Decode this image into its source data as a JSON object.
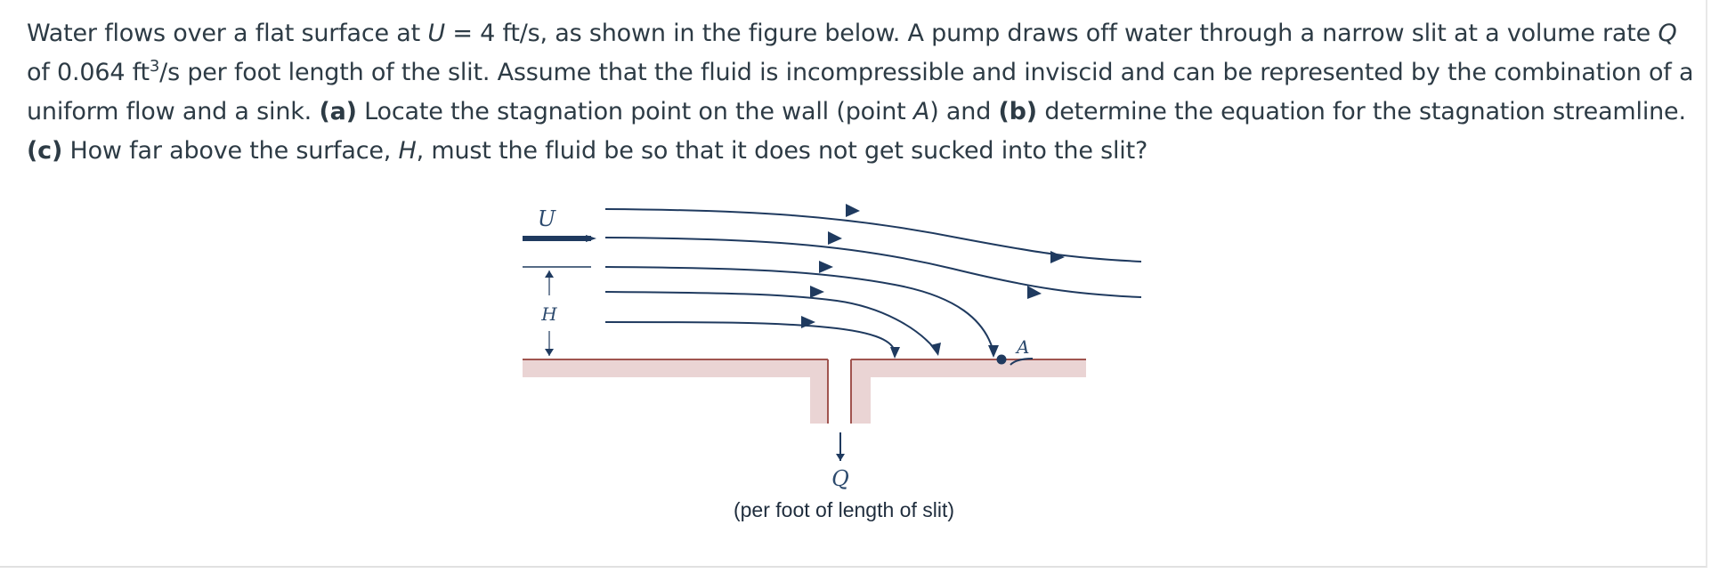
{
  "problem": {
    "s1": "Water flows over a flat surface at ",
    "U": "U",
    "s2": " = 4 ft/s, as shown in the figure below. A pump draws off water through a narrow slit at a volume rate ",
    "Q": "Q",
    "s3": " of 0.064 ft",
    "exp": "3",
    "s4": "/s per foot length of the slit. Assume that the fluid is incompressible and inviscid and can be represented by the combination of a uniform flow and a sink. ",
    "a_tag": "(a)",
    "s5": " Locate the stagnation point on the wall (point ",
    "A": "A",
    "s6": ") and ",
    "b_tag": "(b)",
    "s7": " determine the equation for the stagnation streamline. ",
    "c_tag": "(c)",
    "s8": " How far above the surface, ",
    "H": "H",
    "s9": ", must the fluid be so that it does not get sucked into the slit?"
  },
  "figure": {
    "label_U": "U",
    "label_H": "H",
    "label_A": "A",
    "label_Q": "Q",
    "caption": "(per foot of length of slit)",
    "colors": {
      "line": "#1f3a5f",
      "wall": "#ead4d4",
      "wall_edge": "#a0544f"
    }
  }
}
